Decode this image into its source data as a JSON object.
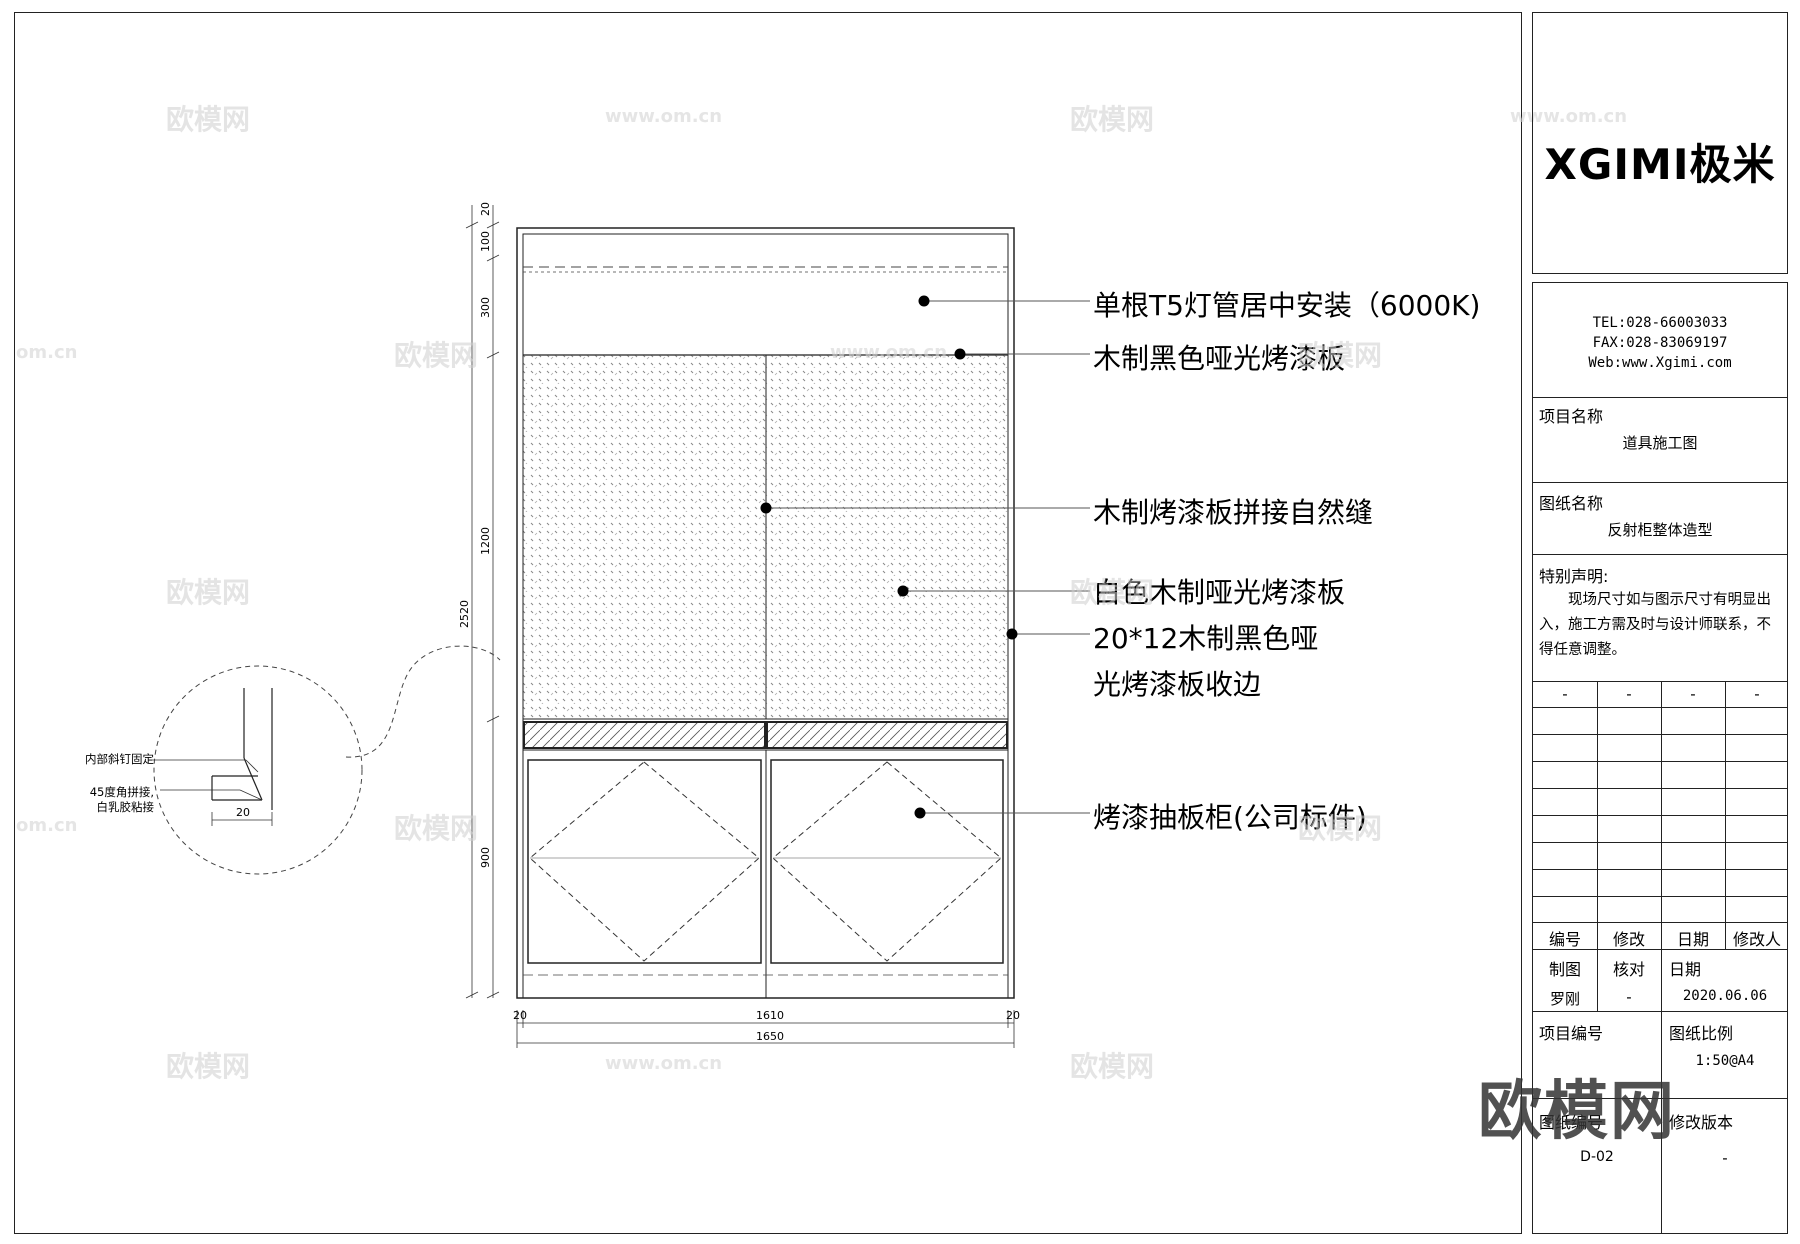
{
  "title_block": {
    "logo": "XGIMI极米",
    "tel": "TEL:028-66003033",
    "fax": "FAX:028-83069197",
    "web": "Web:www.Xgimi.com",
    "project_name_label": "项目名称",
    "project_name_value": "道具施工图",
    "drawing_name_label": "图纸名称",
    "drawing_name_value": "反射柜整体造型",
    "notice_label": "特别声明:",
    "notice_text": "现场尺寸如与图示尺寸有明显出入，施工方需及时与设计师联系，不得任意调整。",
    "dash": "-",
    "rev_headers": [
      "编号",
      "修改",
      "日期",
      "修改人"
    ],
    "draw_label": "制图",
    "check_label": "核对",
    "date_label": "日期",
    "drawer": "罗刚",
    "checker": "-",
    "date": "2020.06.06",
    "project_no_label": "项目编号",
    "scale_label": "图纸比例",
    "scale_value": "1:50@A4",
    "drawing_no_label": "图纸编号",
    "drawing_no_value": "D-02",
    "revision_label": "修改版本",
    "revision_value": "-"
  },
  "callouts": {
    "c1": "单根T5灯管居中安装（6000K)",
    "c2": "木制黑色哑光烤漆板",
    "c3": "木制烤漆板拼接自然缝",
    "c4": "白色木制哑光烤漆板",
    "c5a": "20*12木制黑色哑",
    "c5b": "光烤漆板收边",
    "c6": "烤漆抽板柜(公司标件)"
  },
  "dimensions": {
    "left": [
      "20",
      "100",
      "300",
      "1200",
      "900"
    ],
    "overall_height": "2520",
    "bottom_inner": "1610",
    "bottom_side": "20",
    "bottom_overall": "1650",
    "detail_width": "20"
  },
  "detail_notes": {
    "n1": "内部斜钉固定",
    "n2a": "45度角拼接,",
    "n2b": "白乳胶粘接"
  },
  "watermark": {
    "brand": "欧模网",
    "site": "www.om.cn",
    "site_short": "om.cn"
  }
}
